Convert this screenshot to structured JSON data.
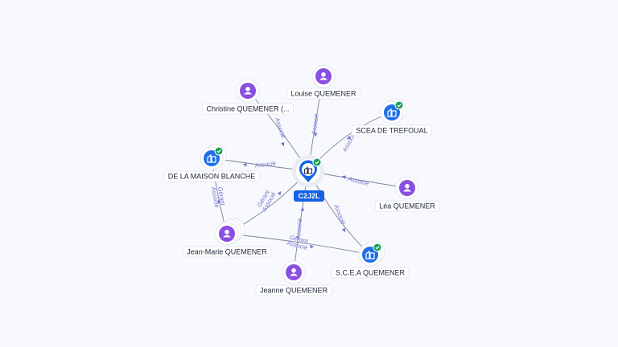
{
  "colors": {
    "person": "#8a4fe0",
    "company": "#1f6fe8",
    "verified": "#18a058",
    "central": "#1662e6",
    "edge": "#7c8396",
    "edge_label": "#7b6fd6"
  },
  "central": {
    "id": "c2j2l",
    "label": "C2J2L",
    "icon": "building-icon",
    "verified": true
  },
  "nodes": [
    {
      "id": "louise",
      "label": "Louise QUEMENER",
      "kind": "person",
      "icon": "person-icon",
      "verified": false
    },
    {
      "id": "christine",
      "label": "Christine QUEMENER (...",
      "kind": "person",
      "icon": "person-icon",
      "verified": false
    },
    {
      "id": "scea_trefoual",
      "label": "SCEA DE TREFOUAL",
      "kind": "company",
      "icon": "company-icon",
      "verified": true
    },
    {
      "id": "maison_blanche",
      "label": "DE LA MAISON BLANCHE",
      "kind": "company",
      "icon": "company-icon",
      "verified": true
    },
    {
      "id": "lea",
      "label": "Léa QUEMENER",
      "kind": "person",
      "icon": "person-icon",
      "verified": false
    },
    {
      "id": "jean_marie",
      "label": "Jean-Marie QUEMENER",
      "kind": "person",
      "icon": "person-icon",
      "verified": false
    },
    {
      "id": "jeanne",
      "label": "Jeanne QUEMENER",
      "kind": "person",
      "icon": "person-icon",
      "verified": false
    },
    {
      "id": "scea_quemener",
      "label": "S.C.E.A QUEMENER",
      "kind": "company",
      "icon": "company-icon",
      "verified": true
    }
  ],
  "edges": [
    {
      "from": "louise",
      "to": "c2j2l",
      "label": "Associé"
    },
    {
      "from": "christine",
      "to": "c2j2l",
      "label": "Associé"
    },
    {
      "from": "scea_trefoual",
      "to": "c2j2l",
      "label": "Associé"
    },
    {
      "from": "maison_blanche",
      "to": "c2j2l",
      "label": "Associé"
    },
    {
      "from": "lea",
      "to": "c2j2l",
      "label": "Associé"
    },
    {
      "from": "jean_marie",
      "to": "c2j2l",
      "label": "Gérant\nAssocié"
    },
    {
      "from": "jeanne",
      "to": "c2j2l",
      "label": "Associé"
    },
    {
      "from": "c2j2l",
      "to": "scea_quemener",
      "label": "Associé"
    },
    {
      "from": "jean_marie",
      "to": "maison_blanche",
      "label": "Gérant\nAssocié"
    },
    {
      "from": "jean_marie",
      "to": "scea_quemener",
      "label": "Gérant\nAssocié"
    }
  ]
}
